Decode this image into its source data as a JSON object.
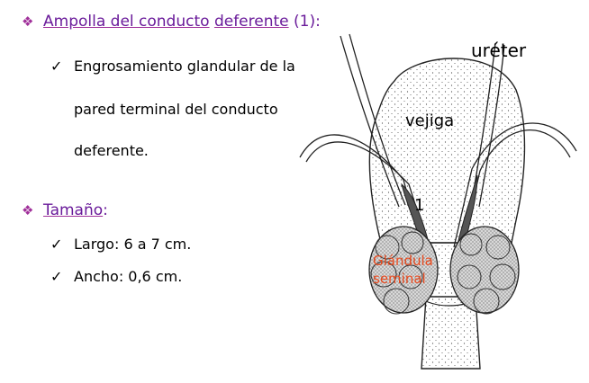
{
  "section1": {
    "bullet_icon": "diamond-bullet-icon",
    "title_part1": "Ampolla del conducto",
    "title_part2": "deferente",
    "title_part3": "(1):",
    "item1_line1": "Engrosamiento glandular de la",
    "item1_line2": "pared terminal del conducto",
    "item1_line3": "deferente."
  },
  "section2": {
    "title": "Tamaño",
    "title_suffix": ":",
    "item1": "Largo: 6 a 7 cm.",
    "item2": "Ancho: 0,6 cm."
  },
  "check_icon": "✓",
  "diamond_icon": "❖",
  "diagram": {
    "label_ureter": "uréter",
    "label_vejiga": "vejiga",
    "label_one": "1",
    "label_glandula_line1": "Glándula",
    "label_glandula_line2": "seminal",
    "accent_color": "#e8481c"
  }
}
